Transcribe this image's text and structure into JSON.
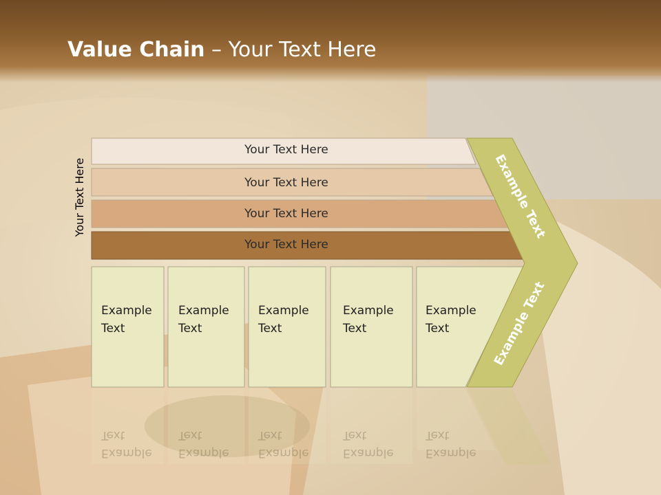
{
  "title": {
    "bold": "Value Chain",
    "rest": " – Your Text Here"
  },
  "side_label": "Your Text Here",
  "bars": [
    {
      "label": "Your Text Here",
      "color": "#f1e6d9"
    },
    {
      "label": "Your Text Here",
      "color": "#e5c9a8"
    },
    {
      "label": "Your Text Here",
      "color": "#d8a97e"
    },
    {
      "label": "Your Text Here",
      "color": "#a8753e"
    }
  ],
  "boxes": [
    {
      "line1": "Example",
      "line2": "Text"
    },
    {
      "line1": "Example",
      "line2": "Text"
    },
    {
      "line1": "Example",
      "line2": "Text"
    },
    {
      "line1": "Example",
      "line2": "Text"
    },
    {
      "line1": "Example",
      "line2": "Text"
    }
  ],
  "arrow": {
    "upper": "Example Text",
    "lower": "Example Text",
    "color": "#c9c772"
  },
  "colors": {
    "box_fill": "#eae9c2",
    "box_stroke": "#a9a88a",
    "title_bar": "#7a522a"
  }
}
